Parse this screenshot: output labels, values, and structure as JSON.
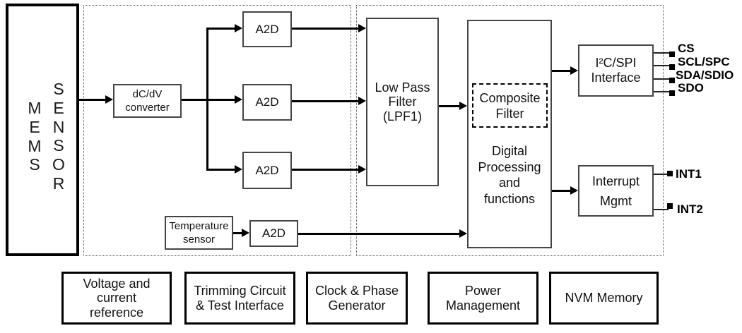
{
  "mems": {
    "left_letters": "M\nE\nM\nS",
    "right_letters": "S\nE\nN\nS\nO\nR"
  },
  "analog_section": {
    "dcdv_converter": "dC/dV\nconverter",
    "a2d": "A2D",
    "temperature_sensor": "Temperature\nsensor"
  },
  "digital_section": {
    "low_pass_filter": "Low Pass\nFilter\n(LPF1)",
    "composite_filter": "Composite\nFilter",
    "digital_processing": "Digital\nProcessing\nand\nfunctions",
    "i2c_spi_interface": "I²C/SPI\nInterface",
    "interrupt_mgmt": "Interrupt\nMgmt"
  },
  "pins": {
    "spi": [
      "CS",
      "SCL/SPC",
      "SDA/SDIO",
      "SDO"
    ],
    "interrupt": [
      "INT1",
      "INT2"
    ]
  },
  "bottom_row": [
    "Voltage and\ncurrent\nreference",
    "Trimming Circuit\n& Test Interface",
    "Clock & Phase\nGenerator",
    "Power\nManagement",
    "NVM Memory"
  ],
  "colors": {
    "line": "#000000",
    "box_border": "#454545",
    "background": "#ffffff"
  }
}
